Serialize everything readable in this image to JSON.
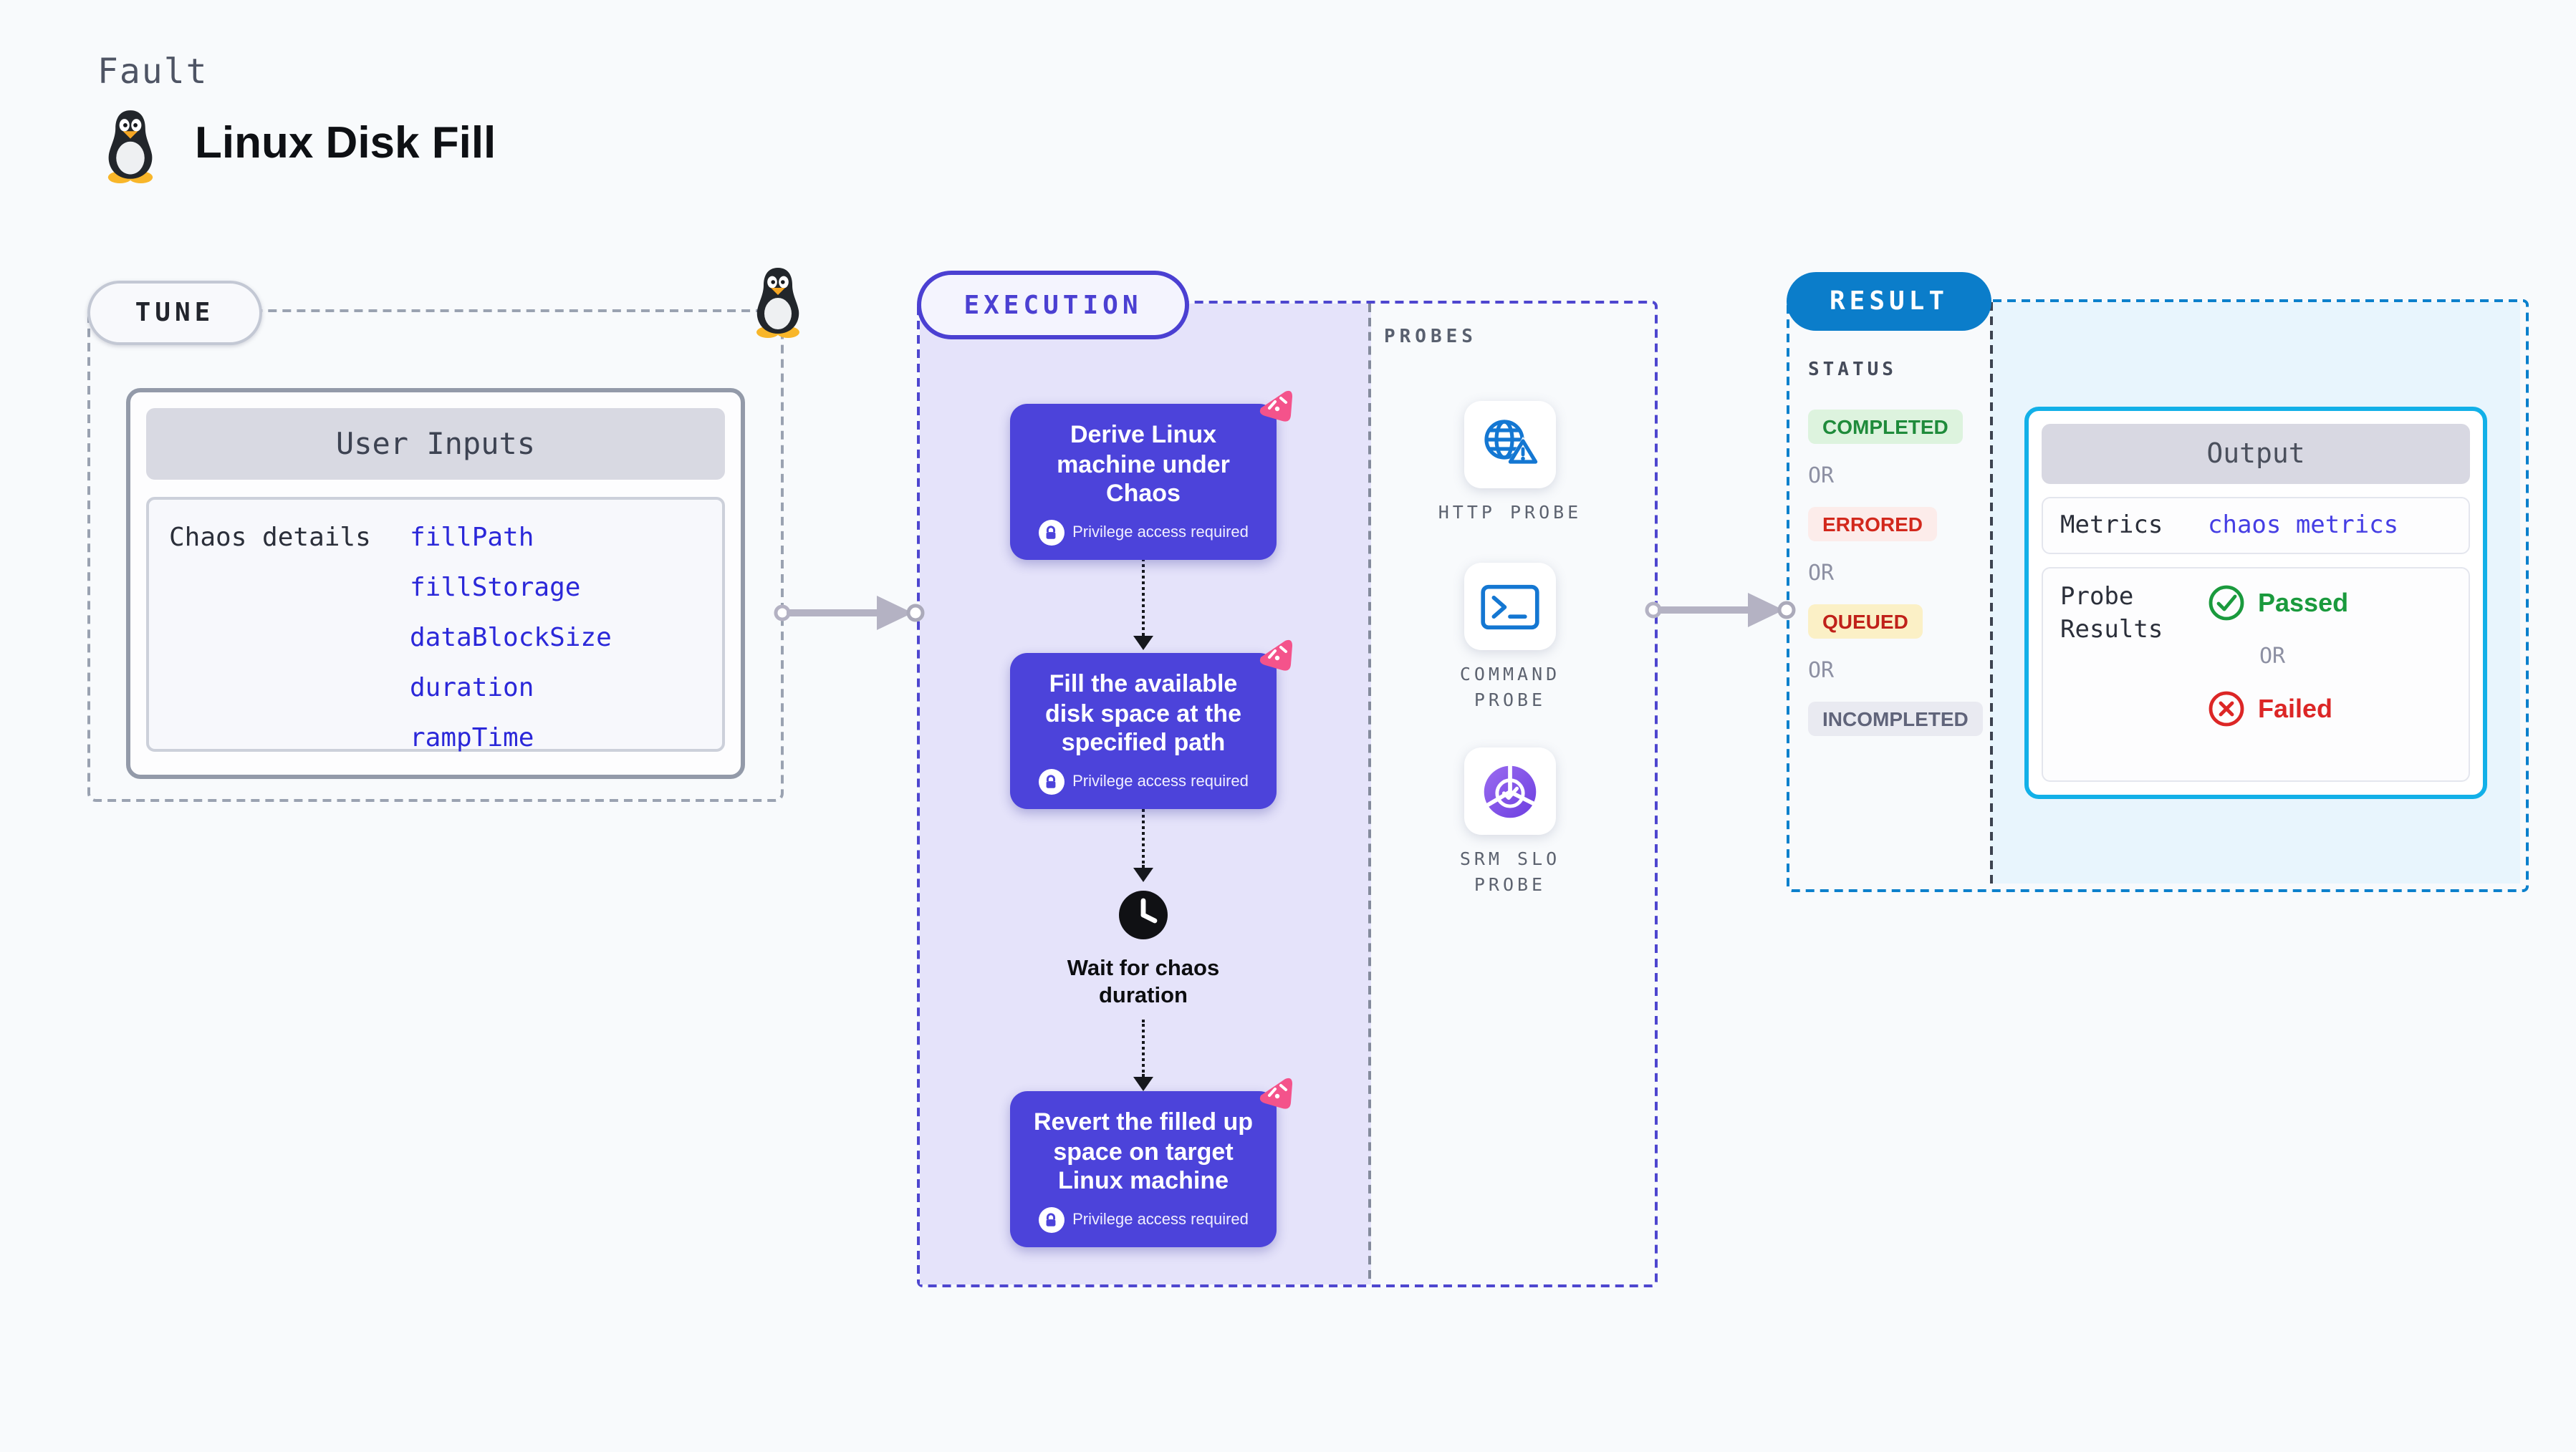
{
  "header": {
    "fault_label": "Fault",
    "title": "Linux Disk Fill"
  },
  "tune": {
    "badge": "TUNE",
    "card_title": "User Inputs",
    "row_label": "Chaos details",
    "inputs": [
      "fillPath",
      "fillStorage",
      "dataBlockSize",
      "duration",
      "rampTime"
    ]
  },
  "execution": {
    "badge": "EXECUTION",
    "privilege_label": "Privilege access required",
    "wait_label": "Wait for chaos duration",
    "steps": [
      {
        "title": "Derive Linux machine under Chaos"
      },
      {
        "title": "Fill the available disk space at the specified path"
      },
      {
        "title": "Revert the filled up space on target Linux machine"
      }
    ]
  },
  "probes": {
    "label": "PROBES",
    "items": [
      {
        "icon": "globe-alert-icon",
        "line1": "HTTP PROBE",
        "line2": ""
      },
      {
        "icon": "terminal-icon",
        "line1": "COMMAND",
        "line2": "PROBE"
      },
      {
        "icon": "slo-pie-icon",
        "line1": "SRM SLO",
        "line2": "PROBE"
      }
    ]
  },
  "result": {
    "badge": "RESULT",
    "status_label": "STATUS",
    "or_label": "OR",
    "statuses": [
      {
        "label": "COMPLETED",
        "kind": "completed"
      },
      {
        "label": "ERRORED",
        "kind": "errored"
      },
      {
        "label": "QUEUED",
        "kind": "queued"
      },
      {
        "label": "INCOMPLETED",
        "kind": "incompleted"
      }
    ],
    "output": {
      "title": "Output",
      "metrics_label": "Metrics",
      "metrics_value": "chaos metrics",
      "probe_results_label": "Probe Results",
      "passed_label": "Passed",
      "or_label": "OR",
      "failed_label": "Failed"
    }
  },
  "colors": {
    "page_bg": "#f8fafc",
    "step_purple": "#4c43da",
    "execution_border": "#4e46cf",
    "lavender_fill": "#e5e3fa",
    "result_blue": "#0b7dca",
    "result_fill": "#e8f5fd",
    "output_border": "#12b0e8",
    "chaos_pink": "#f4538b",
    "probe_blue": "#1477d2",
    "link_blue": "#2b28d9",
    "metrics_link": "#453ee4",
    "passed_green": "#1a9a3d",
    "failed_red": "#dc2626",
    "completed_text": "#1f8b3b",
    "completed_bg": "#ddf3de",
    "errored_text": "#d2281c",
    "errored_bg": "#fcecea",
    "queued_text": "#c0211a",
    "queued_bg": "#fbf0c6",
    "incompleted_text": "#60647a",
    "incompleted_bg": "#e9eaf1"
  }
}
